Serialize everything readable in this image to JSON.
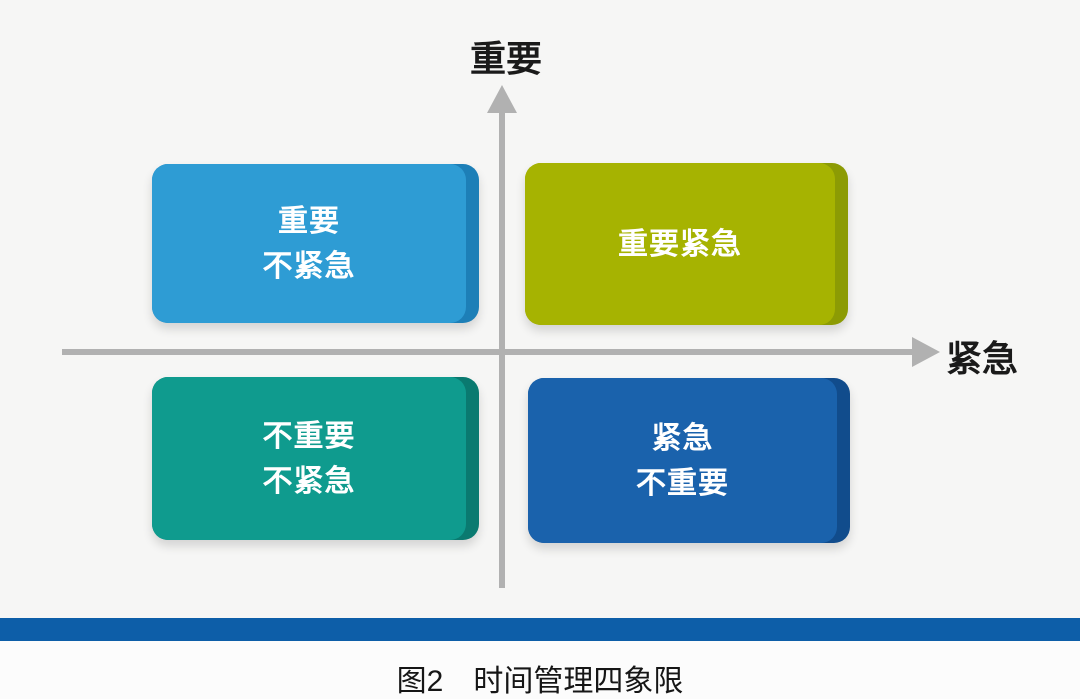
{
  "diagram": {
    "axes": {
      "y_label": "重要",
      "x_label": "紧急"
    },
    "quadrants": [
      {
        "position": "top-left",
        "lines": [
          "重要",
          "不紧急"
        ],
        "face_color": "#2E9CD4",
        "edge_color": "#1D7FB7"
      },
      {
        "position": "top-right",
        "lines": [
          "重要紧急"
        ],
        "face_color": "#A6B301",
        "edge_color": "#8C9B04"
      },
      {
        "position": "bottom-left",
        "lines": [
          "不重要",
          "不紧急"
        ],
        "face_color": "#0F9B8E",
        "edge_color": "#0A7A70"
      },
      {
        "position": "bottom-right",
        "lines": [
          "紧急",
          "不重要"
        ],
        "face_color": "#1A62AC",
        "edge_color": "#114C8C"
      }
    ],
    "colors": {
      "axis": "#B1B1B1",
      "label_text": "#1A1A1A",
      "quadrant_text": "#FFFFFF",
      "bottom_bar": "#0D5EA8",
      "background": "#F6F6F5"
    }
  },
  "caption": {
    "figure_number": "图2",
    "text": "时间管理四象限"
  }
}
